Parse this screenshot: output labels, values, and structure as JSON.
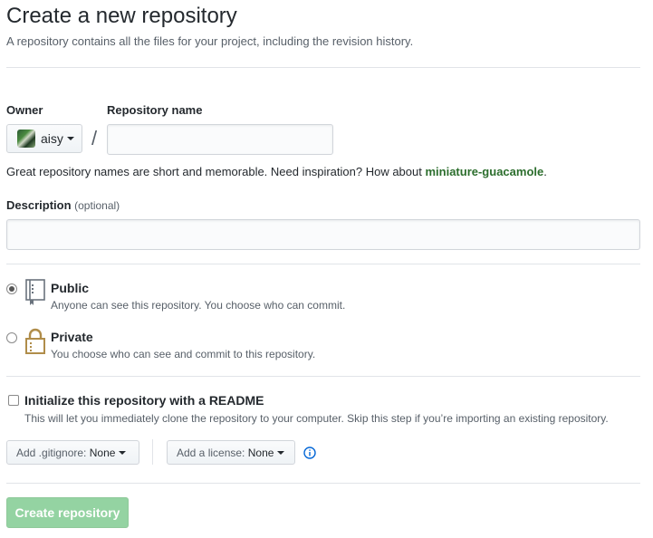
{
  "header": {
    "title": "Create a new repository",
    "subtitle": "A repository contains all the files for your project, including the revision history."
  },
  "owner": {
    "label": "Owner",
    "selected": "aisy"
  },
  "repo_name": {
    "label": "Repository name",
    "value": "",
    "separator": "/"
  },
  "hint": {
    "prefix": "Great repository names are short and memorable. Need inspiration? How about ",
    "suggestion": "miniature-guacamole",
    "suffix": "."
  },
  "description": {
    "label": "Description",
    "optional": "(optional)",
    "value": ""
  },
  "visibility": {
    "public": {
      "title": "Public",
      "desc": "Anyone can see this repository. You choose who can commit.",
      "checked": true
    },
    "private": {
      "title": "Private",
      "desc": "You choose who can see and commit to this repository.",
      "checked": false
    }
  },
  "readme": {
    "title": "Initialize this repository with a README",
    "desc": "This will let you immediately clone the repository to your computer. Skip this step if you’re importing an existing repository.",
    "checked": false
  },
  "gitignore": {
    "label": "Add .gitignore:",
    "value": "None"
  },
  "license": {
    "label": "Add a license:",
    "value": "None"
  },
  "submit": {
    "label": "Create repository"
  },
  "colors": {
    "suggestion": "#2c6e2d",
    "create_button": "#94d3a2",
    "info_icon": "#0366d6",
    "repo_icon": "#6a737d",
    "lock_icon": "#b08d4a"
  },
  "icons": {
    "public": "repo-icon",
    "private": "lock-icon",
    "info": "info-icon",
    "dropdown": "caret-down-icon"
  }
}
